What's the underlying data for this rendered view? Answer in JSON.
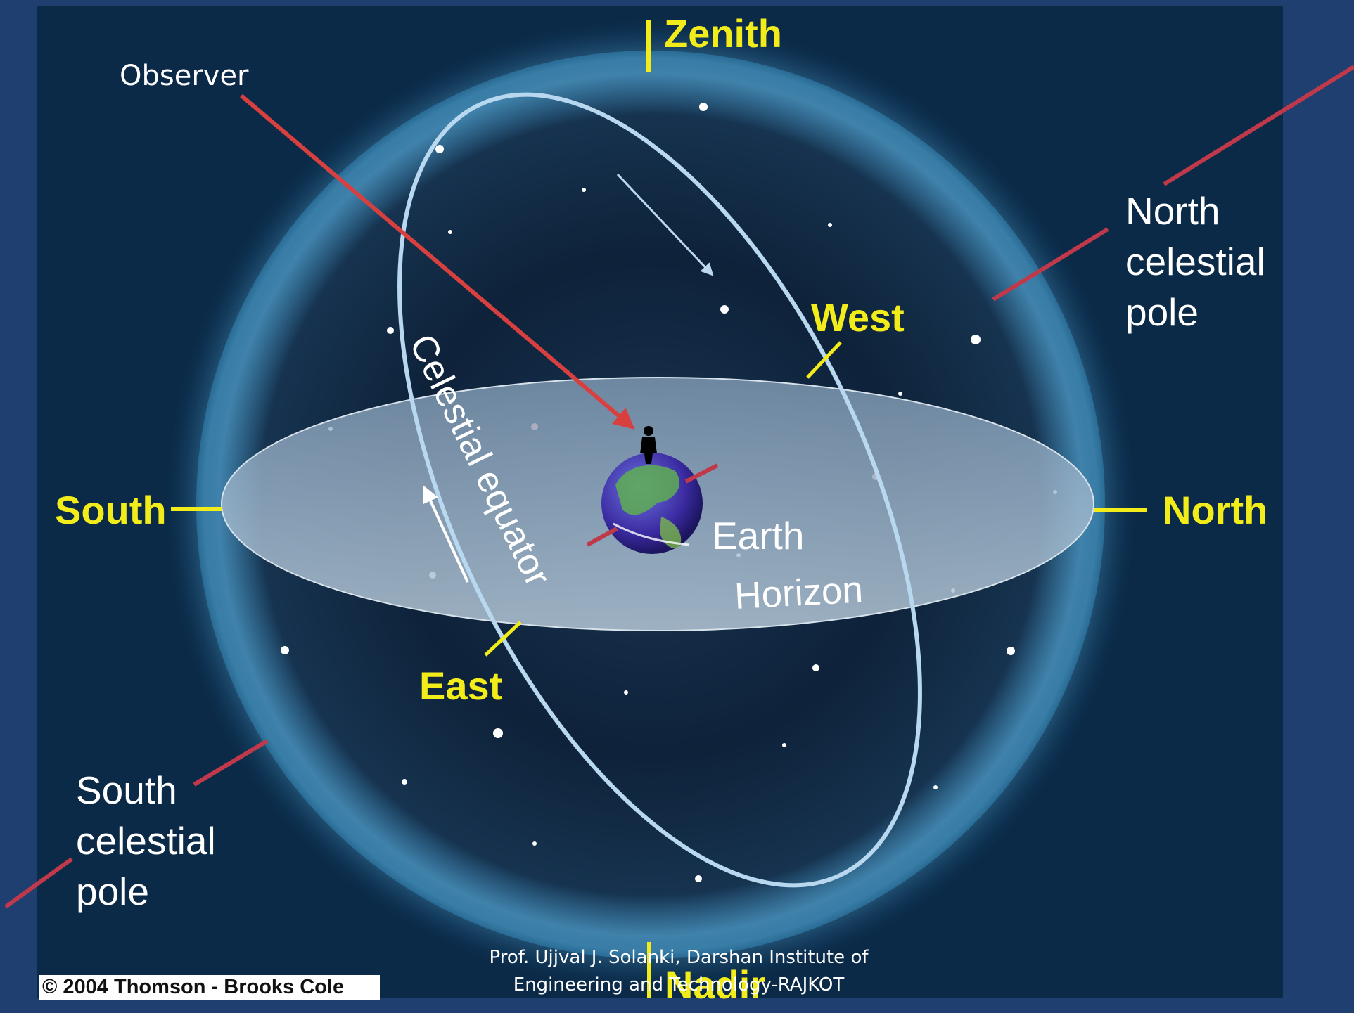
{
  "labels": {
    "zenith": "Zenith",
    "nadir": "Nadir",
    "north": "North",
    "south": "South",
    "east": "East",
    "west": "West",
    "earth": "Earth",
    "horizon": "Horizon",
    "celestial_equator": "Celestial equator",
    "observer": "Observer",
    "north_celestial_pole": [
      "North",
      "celestial",
      "pole"
    ],
    "south_celestial_pole": [
      "South",
      "celestial",
      "pole"
    ]
  },
  "copyright": "© 2004 Thomson - Brooks Cole",
  "footer": {
    "line1": "Prof. Ujjval J. Solanki, Darshan Institute of",
    "line2": "Engineering and Technology-RAJKOT"
  },
  "colors": {
    "slide_background": "#1f3f70",
    "sky": "#0b1e33",
    "label_yellow": "#f2ec1a",
    "pointer_red": "#c0394a",
    "equator_line": "#b8d8f0"
  }
}
